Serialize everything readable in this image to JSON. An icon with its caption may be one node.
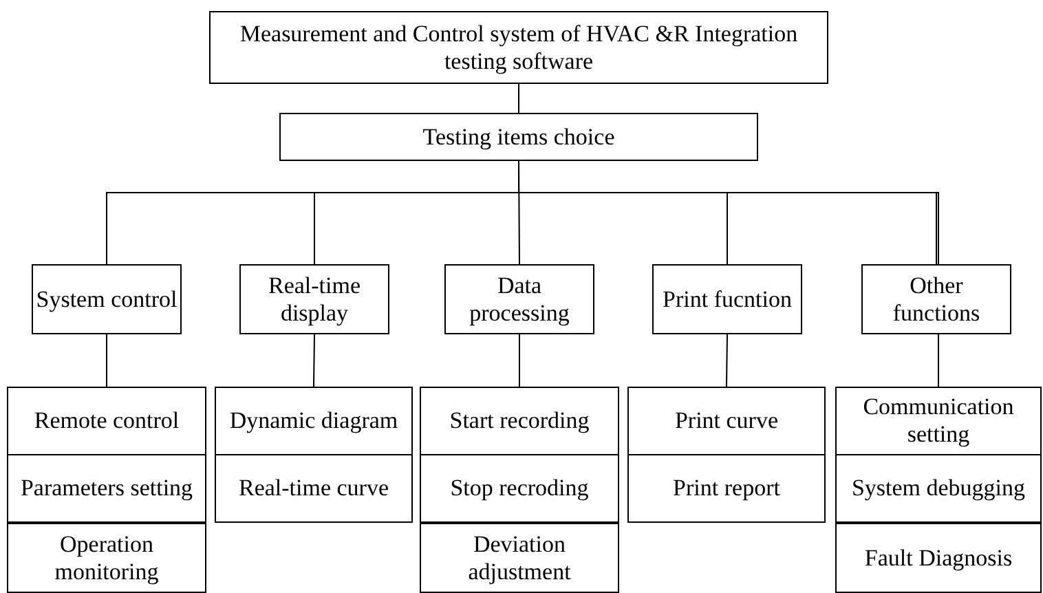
{
  "diagram": {
    "nodes": [
      {
        "text": [
          "Measurement and Control system of HVAC &R Integration testing software"
        ]
      },
      {
        "text": [
          "Testing items choice"
        ]
      },
      {
        "text": [
          "System control"
        ]
      },
      {
        "text": [
          "Real-time display"
        ]
      },
      {
        "text": [
          "Data processing"
        ]
      },
      {
        "text": [
          "Print fucntion"
        ]
      },
      {
        "text": [
          "Other functions"
        ]
      },
      {
        "text": [
          "Remote control"
        ]
      },
      {
        "text": [
          "Parameters setting"
        ]
      },
      {
        "text": [
          "Operation monitoring"
        ]
      },
      {
        "text": [
          "Dynamic diagram"
        ]
      },
      {
        "text": [
          "Real-time curve"
        ]
      },
      {
        "text": [
          "Start recording"
        ]
      },
      {
        "text": [
          "Stop recroding"
        ]
      },
      {
        "text": [
          "Deviation adjustment"
        ]
      },
      {
        "text": [
          "Print curve"
        ]
      },
      {
        "text": [
          "Print report"
        ]
      },
      {
        "text": [
          "Communication setting"
        ]
      },
      {
        "text": [
          "System debugging"
        ]
      },
      {
        "text": [
          "Fault Diagnosis"
        ]
      }
    ],
    "edges": [
      {
        "from": 0,
        "to": 1,
        "arrow": "none"
      },
      {
        "from": 1,
        "to": 2,
        "arrow": "none"
      },
      {
        "from": 1,
        "to": 3,
        "arrow": "none"
      },
      {
        "from": 1,
        "to": 4,
        "arrow": "none"
      },
      {
        "from": 1,
        "to": 5,
        "arrow": "none"
      },
      {
        "from": 1,
        "to": 6,
        "arrow": "none"
      },
      {
        "from": 2,
        "to": 7,
        "arrow": "none"
      },
      {
        "from": 3,
        "to": 10,
        "arrow": "none"
      },
      {
        "from": 4,
        "to": 12,
        "arrow": "none"
      },
      {
        "from": 5,
        "to": 15,
        "arrow": "none"
      },
      {
        "from": 6,
        "to": 17,
        "arrow": "none"
      }
    ]
  }
}
